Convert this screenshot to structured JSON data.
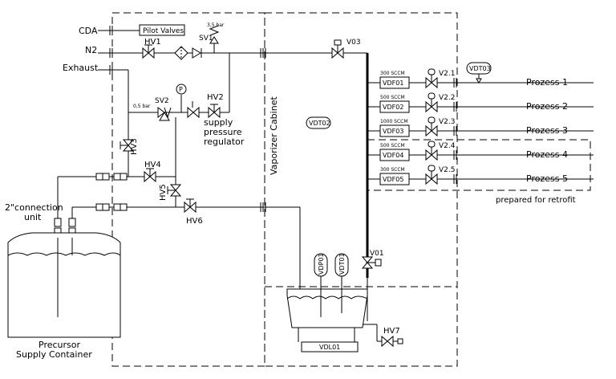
{
  "inlets": {
    "cda": "CDA",
    "n2": "N2",
    "exhaust": "Exhaust"
  },
  "pilot_valves": "Pilot Valves",
  "valves": {
    "hv1": "HV1",
    "hv2": "HV2",
    "hv3": "HV3",
    "hv4": "HV4",
    "hv5": "HV5",
    "hv6": "HV6",
    "hv7": "HV7",
    "sv1": "SV1",
    "sv2": "SV2",
    "v03": "V03",
    "v01": "V01",
    "v21": "V2.1",
    "v22": "V2.2",
    "v23": "V2.3",
    "v24": "V2.4",
    "v25": "V2.5"
  },
  "pressure": {
    "sv1_bar": "3,5 bar",
    "sv2_bar": "0,5 bar",
    "gauge": "P"
  },
  "regulator": [
    "supply",
    "pressure",
    "regulator"
  ],
  "cabinet": "Vaporizer Cabinet",
  "sensors": {
    "vdt02": "VDT02",
    "vdt03": "VDT03",
    "vdp01": "VDP01",
    "vdt01": "VDT01",
    "vdl01": "VDL01"
  },
  "flow_controllers": [
    {
      "id": "VDF01",
      "rate": "300 SCCM",
      "process": "Prozess  1"
    },
    {
      "id": "VDF02",
      "rate": "500 SCCM",
      "process": "Prozess  2"
    },
    {
      "id": "VDF03",
      "rate": "1000 SCCM",
      "process": "Prozess  3"
    },
    {
      "id": "VDF04",
      "rate": "500 SCCM",
      "process": "Prozess  4"
    },
    {
      "id": "VDF05",
      "rate": "300 SCCM",
      "process": "Prozess  5"
    }
  ],
  "retrofit": "prepared for retrofit",
  "connection_unit": [
    "2\"connection",
    "unit"
  ],
  "container": [
    "Precursor",
    "Supply Container"
  ]
}
